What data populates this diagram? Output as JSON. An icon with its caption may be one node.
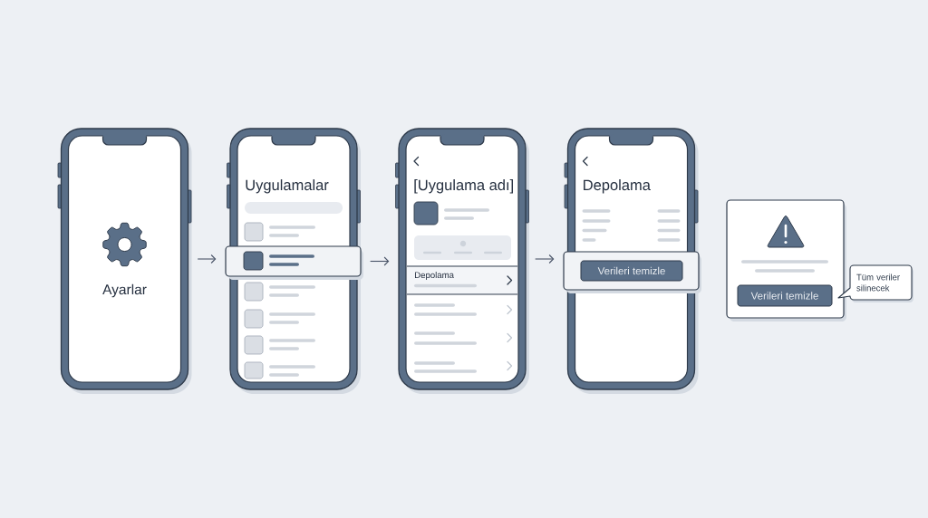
{
  "diagram": {
    "nodes": [
      {
        "text": [
          "Ayarlar"
        ]
      },
      {
        "text": [
          "Uygulamalar"
        ]
      },
      {
        "text": [],
        "shape": "box",
        "in": 1
      },
      {
        "text": [
          "[Uygulama adı]"
        ]
      },
      {
        "text": [
          "Depolama"
        ],
        "in": 3
      },
      {
        "text": [
          "Depolama"
        ]
      },
      {
        "text": [],
        "shape": "box",
        "in": 5
      },
      {
        "text": [
          "Verileri temizle"
        ],
        "in": 6
      },
      {
        "text": [],
        "shape": "box"
      },
      {
        "text": [
          "Verileri temizle"
        ],
        "in": 8
      },
      {
        "text": [
          "Tüm veriler silinecek"
        ]
      }
    ],
    "edges": [
      {
        "from": 0,
        "to": 2,
        "arrow": "to"
      },
      {
        "from": 2,
        "to": 3,
        "arrow": "to"
      },
      {
        "from": 3,
        "to": 6,
        "arrow": "to"
      }
    ]
  }
}
